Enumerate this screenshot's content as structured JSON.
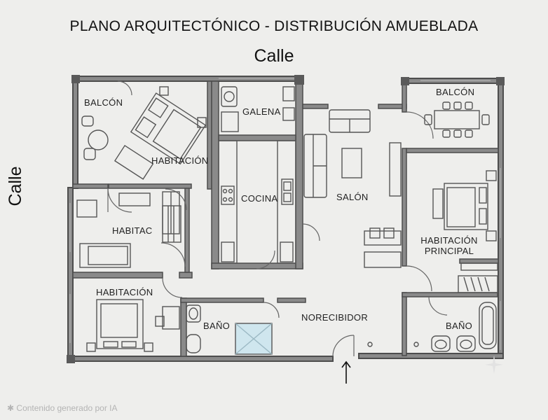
{
  "title": "PLANO ARQUITECTÓNICO - DISTRIBUCIÓN AMUEBLADA",
  "streets": {
    "top": "Calle",
    "left": "Calle"
  },
  "rooms": {
    "balcon_left": "BALCÓN",
    "habitacion_top": "HABITACIÓN",
    "galena": "GALENA",
    "cocina": "COCINA",
    "salon": "SALÓN",
    "balcon_right": "BALCÓN",
    "habitac": "HABITAC",
    "habitacion_principal_line1": "HABITACIÓN",
    "habitacion_principal_line2": "PRINCIPAL",
    "habitacion_bottom": "HABITACIÓN",
    "bano_left": "BAÑO",
    "recibidor": "NORECIBIDOR",
    "bano_right": "BAÑO"
  },
  "watermark": "Contenido generado por IA",
  "colors": {
    "wall": "#5a5a5a",
    "wall_fill": "#8a8a8a",
    "shower": "#cfe6ee",
    "background": "#eeeeec"
  }
}
